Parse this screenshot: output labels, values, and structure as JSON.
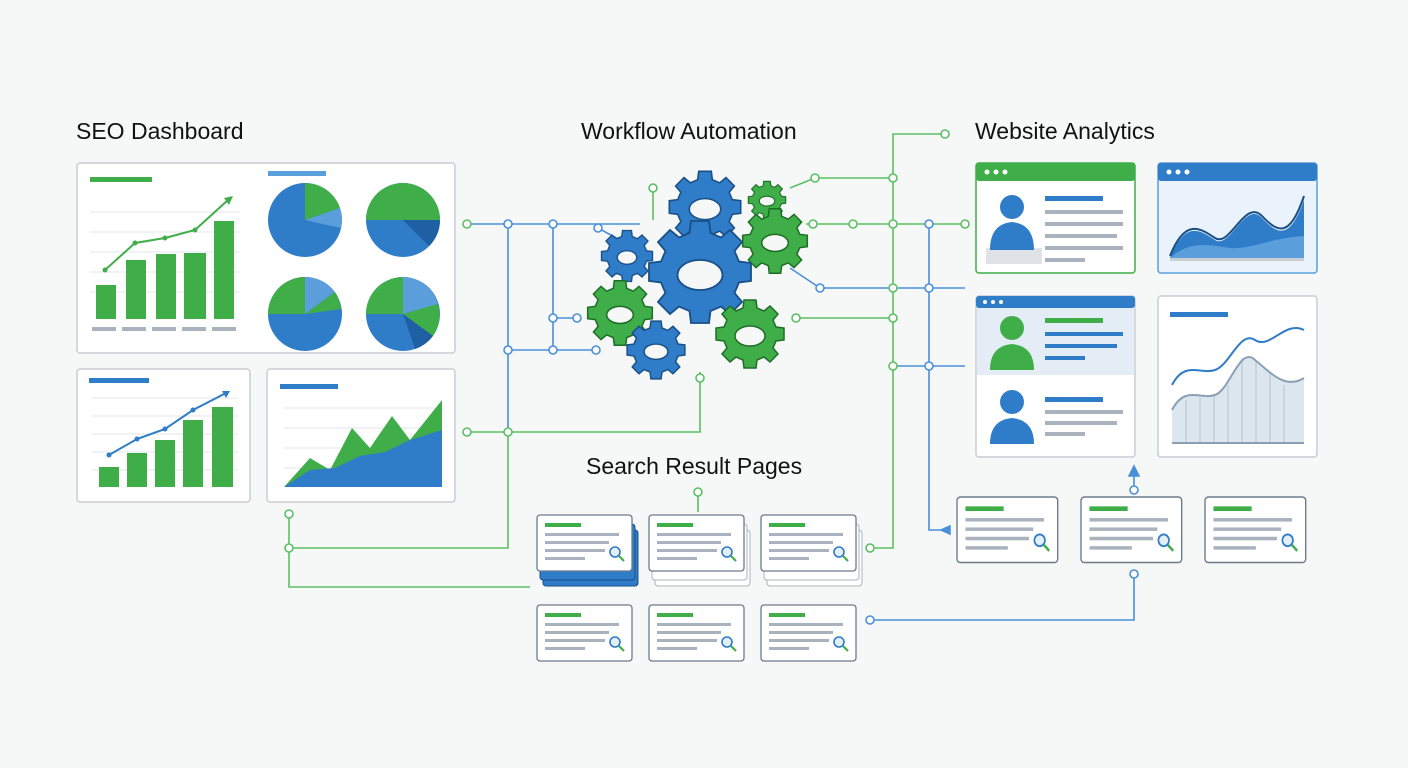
{
  "sections": {
    "seo_dashboard": "SEO Dashboard",
    "workflow_automation": "Workflow Automation",
    "website_analytics": "Website Analytics",
    "search_result_pages": "Search Result Pages"
  },
  "colors": {
    "green": "#3fae49",
    "blue": "#2f7cc9",
    "light_blue": "#5a9fdb",
    "line": "#9aa6b2",
    "panel_border": "#c9ced3"
  },
  "icons": [
    "gear-icon",
    "search-icon",
    "person-icon",
    "browser-window-icon"
  ]
}
